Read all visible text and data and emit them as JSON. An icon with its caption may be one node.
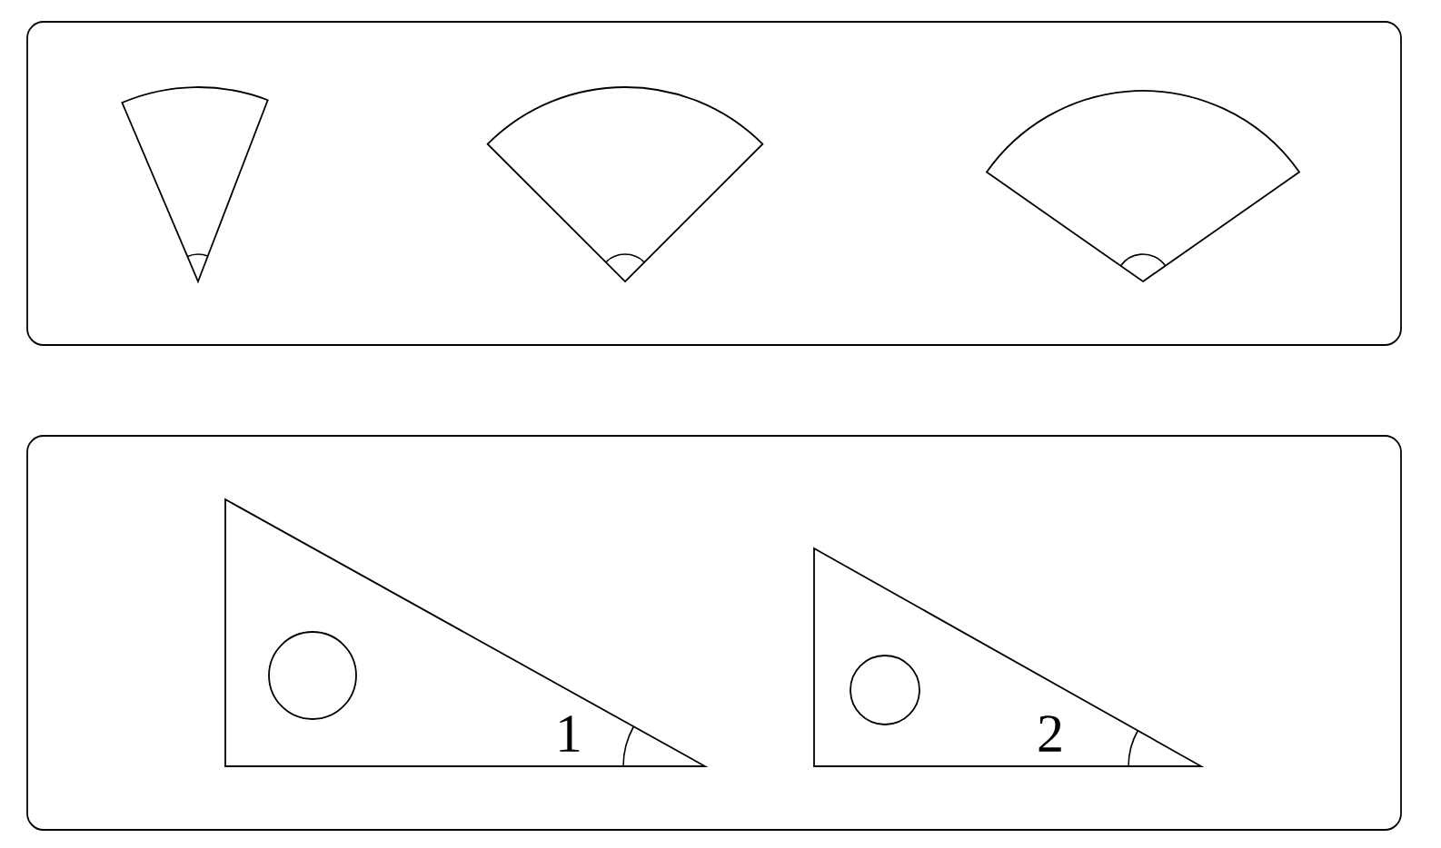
{
  "diagram": {
    "nodes": [
      {
        "text": [],
        "shape": "box"
      },
      {
        "text": [],
        "shape": "box"
      },
      {
        "text": [],
        "shape": "sector",
        "in": 0
      },
      {
        "text": [],
        "shape": "sector",
        "in": 0
      },
      {
        "text": [],
        "shape": "sector",
        "in": 0
      },
      {
        "text": [
          "1"
        ],
        "in": 1
      },
      {
        "text": [
          "2"
        ],
        "in": 1
      }
    ]
  }
}
